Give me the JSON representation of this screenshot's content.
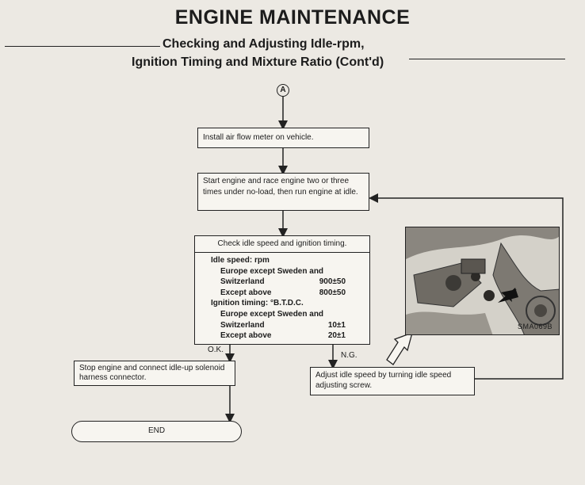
{
  "header": {
    "title": "ENGINE MAINTENANCE",
    "subtitle_line1": "Checking and Adjusting Idle-rpm,",
    "subtitle_line2": "Ignition Timing and Mixture Ratio (Cont'd)"
  },
  "flowchart": {
    "connector": "A",
    "step1": "Install air flow meter on vehicle.",
    "step2": "Start engine and race engine two or three times under no-load, then run engine at idle.",
    "check": {
      "header": "Check idle speed and ignition timing.",
      "idle_speed_label": "Idle speed:  rpm",
      "europe_line1": "Europe except Sweden and",
      "switzerland_label": "Switzerland",
      "switzerland_idle": "900±50",
      "except_above_label": "Except above",
      "except_above_idle": "800±50",
      "ignition_label": "Ignition timing:  °B.T.D.C.",
      "europe_line2": "Europe except Sweden and",
      "switzerland_label2": "Switzerland",
      "switzerland_timing": "10±1",
      "except_above_label2": "Except above",
      "except_above_timing": "20±1"
    },
    "ok_label": "O.K.",
    "ng_label": "N.G.",
    "stop_step": "Stop engine and connect idle-up solenoid harness connector.",
    "adjust_step": "Adjust idle speed by turning idle speed adjusting screw.",
    "end_label": "END"
  },
  "figure": {
    "label": "SMA069B"
  }
}
